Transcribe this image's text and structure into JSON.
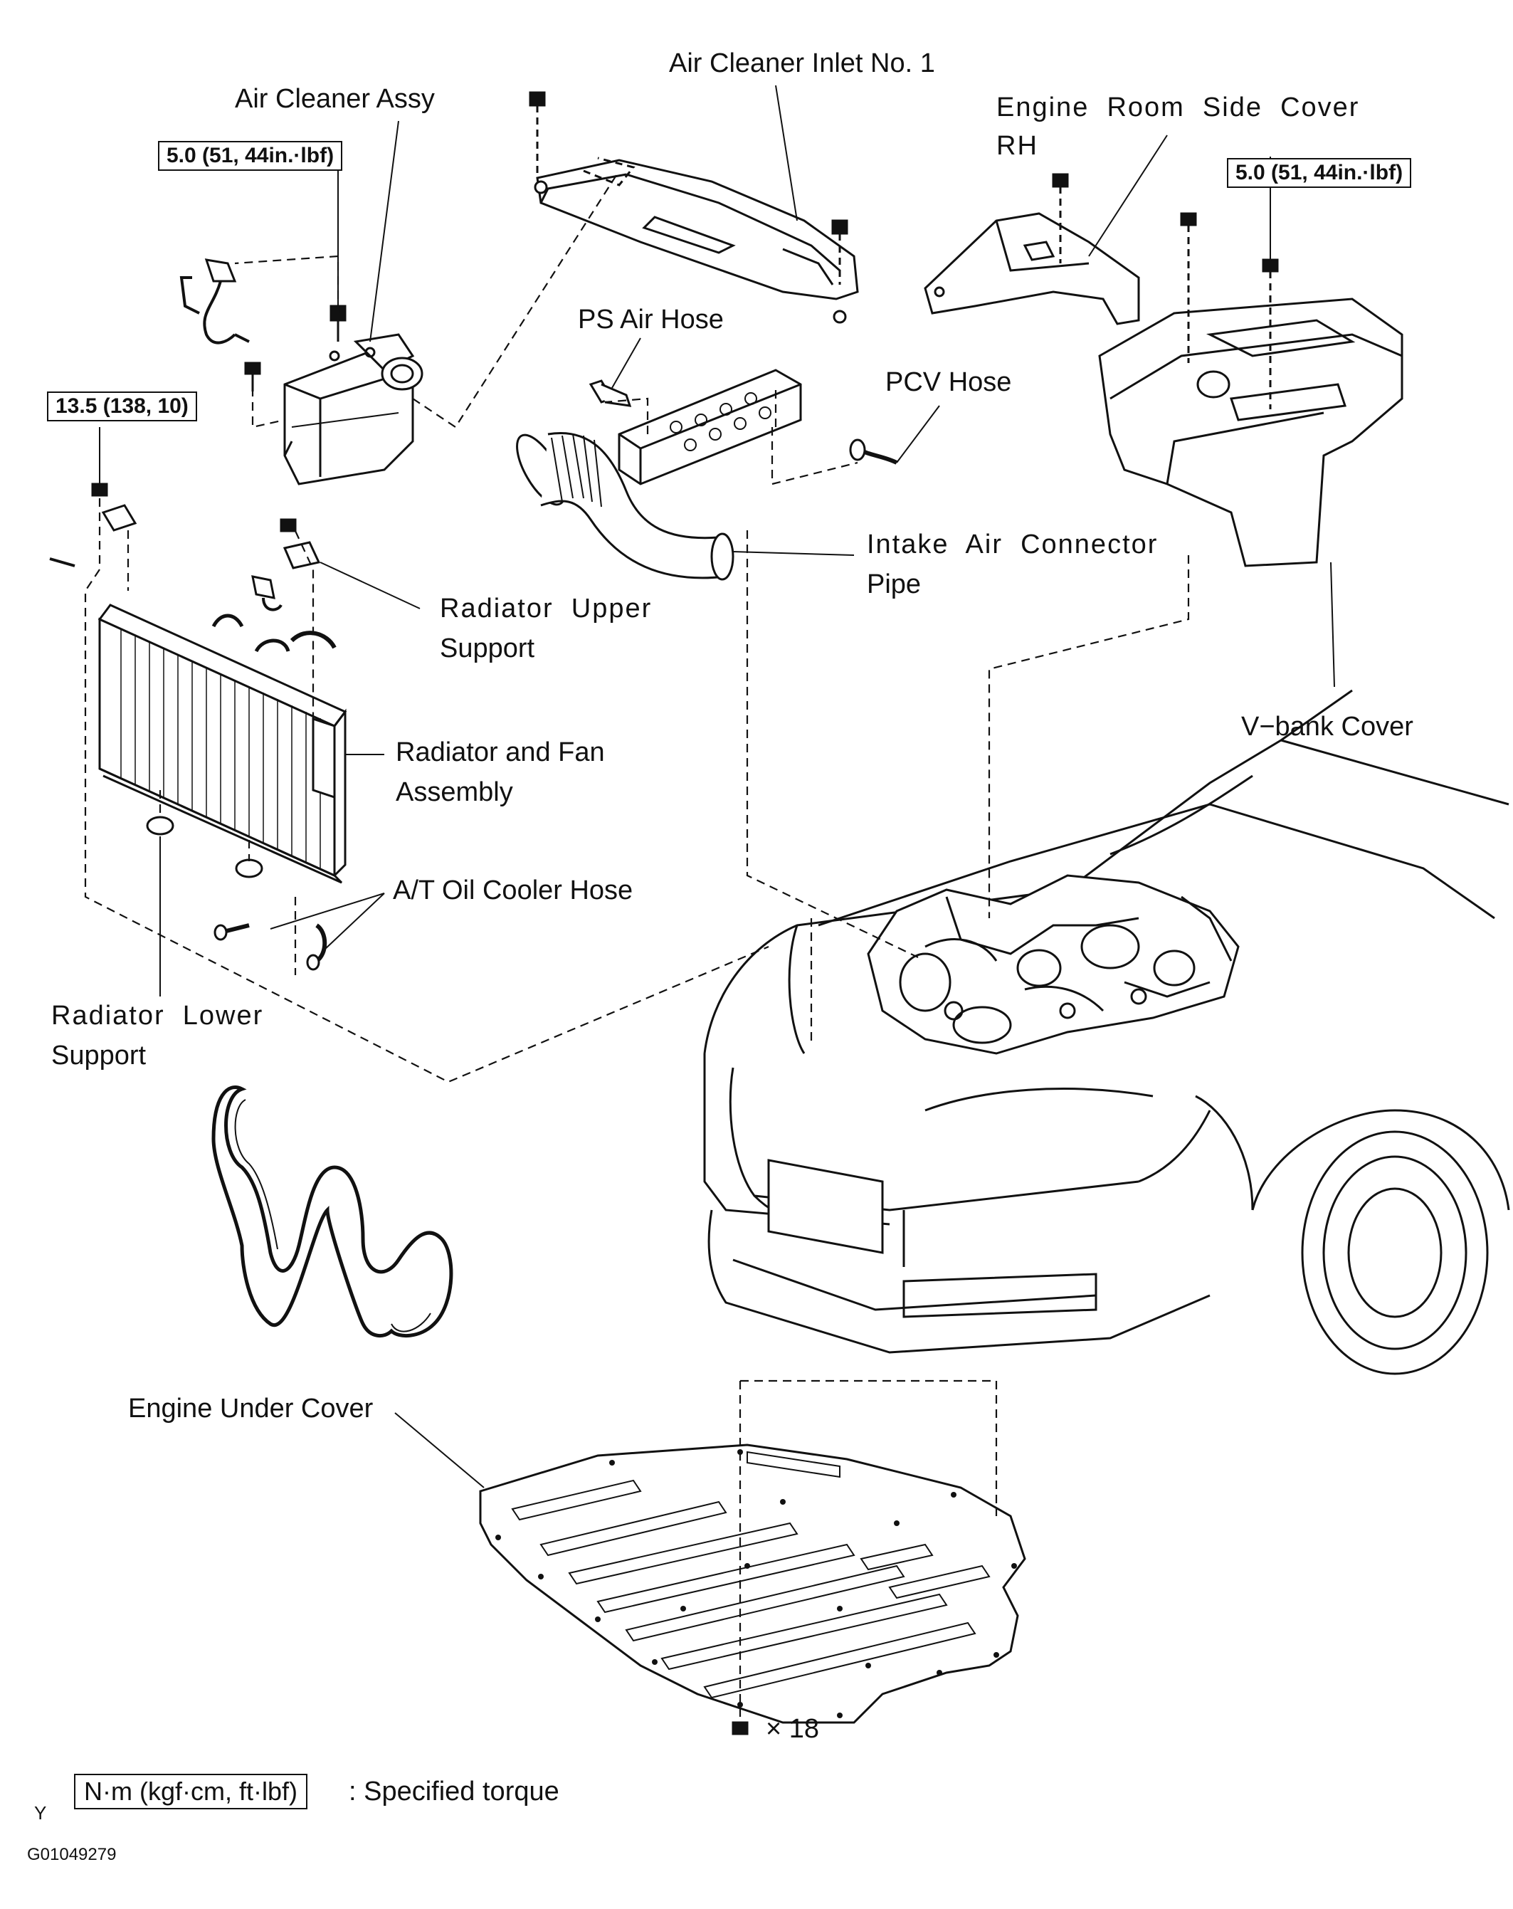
{
  "labels": {
    "air_cleaner_assy": "Air Cleaner Assy",
    "air_cleaner_inlet": "Air Cleaner Inlet No. 1",
    "engine_room_side_cover_1": "Engine  Room  Side  Cover",
    "engine_room_side_cover_2": "RH",
    "ps_air_hose": "PS Air Hose",
    "pcv_hose": "PCV Hose",
    "intake_pipe_1": "Intake  Air  Connector",
    "intake_pipe_2": "Pipe",
    "radiator_upper_1": "Radiator  Upper",
    "radiator_upper_2": "Support",
    "radiator_fan_1": "Radiator and Fan",
    "radiator_fan_2": "Assembly",
    "at_oil_cooler": "A/T Oil Cooler Hose",
    "radiator_lower_1": "Radiator  Lower",
    "radiator_lower_2": "Support",
    "vbank_cover": "V−bank Cover",
    "engine_under_cover": "Engine Under Cover",
    "bolt_count": "× 18"
  },
  "torque_specs": {
    "air_cleaner": "5.0 (51, 44in.·lbf)",
    "vbank": "5.0 (51, 44in.·lbf)",
    "radiator": "13.5 (138, 10)"
  },
  "legend": {
    "box": "N·m (kgf·cm, ft·lbf)",
    "text": ": Specified torque"
  },
  "footer": {
    "letter": "Y",
    "code": "G01049279"
  }
}
